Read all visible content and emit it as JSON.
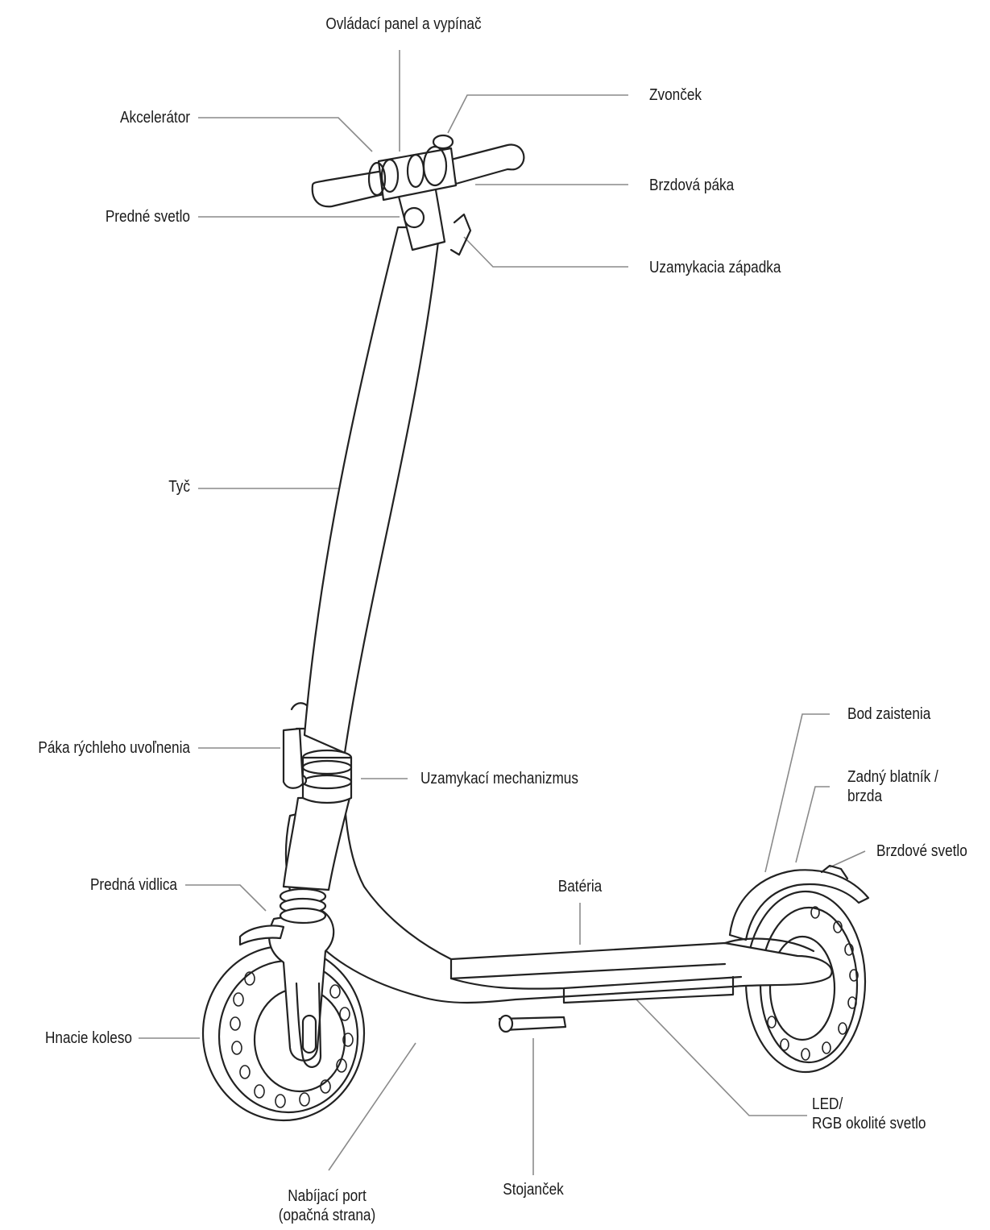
{
  "labels": {
    "control_panel": "Ovládací panel a vypínač",
    "bell": "Zvonček",
    "accelerator": "Akcelerátor",
    "brake_lever": "Brzdová páka",
    "front_light": "Predné svetlo",
    "locking_latch": "Uzamykacia západka",
    "stem": "Tyč",
    "quick_release_lever": "Páka rýchleho uvoľnenia",
    "locking_mechanism": "Uzamykací mechanizmus",
    "anchor_point": "Bod zaistenia",
    "rear_fender_line1": "Zadný blatník /",
    "rear_fender_line2": "brzda",
    "brake_light": "Brzdové svetlo",
    "front_fork": "Predná vidlica",
    "battery": "Batéria",
    "drive_wheel": "Hnacie koleso",
    "led_line1": "LED/",
    "led_line2": "RGB okolité svetlo",
    "charging_port_line1": "Nabíjací port",
    "charging_port_line2": "(opačná strana)",
    "kickstand": "Stojanček"
  },
  "colors": {
    "ink": "#222222",
    "leader": "#8a8a8a",
    "background": "#ffffff"
  }
}
